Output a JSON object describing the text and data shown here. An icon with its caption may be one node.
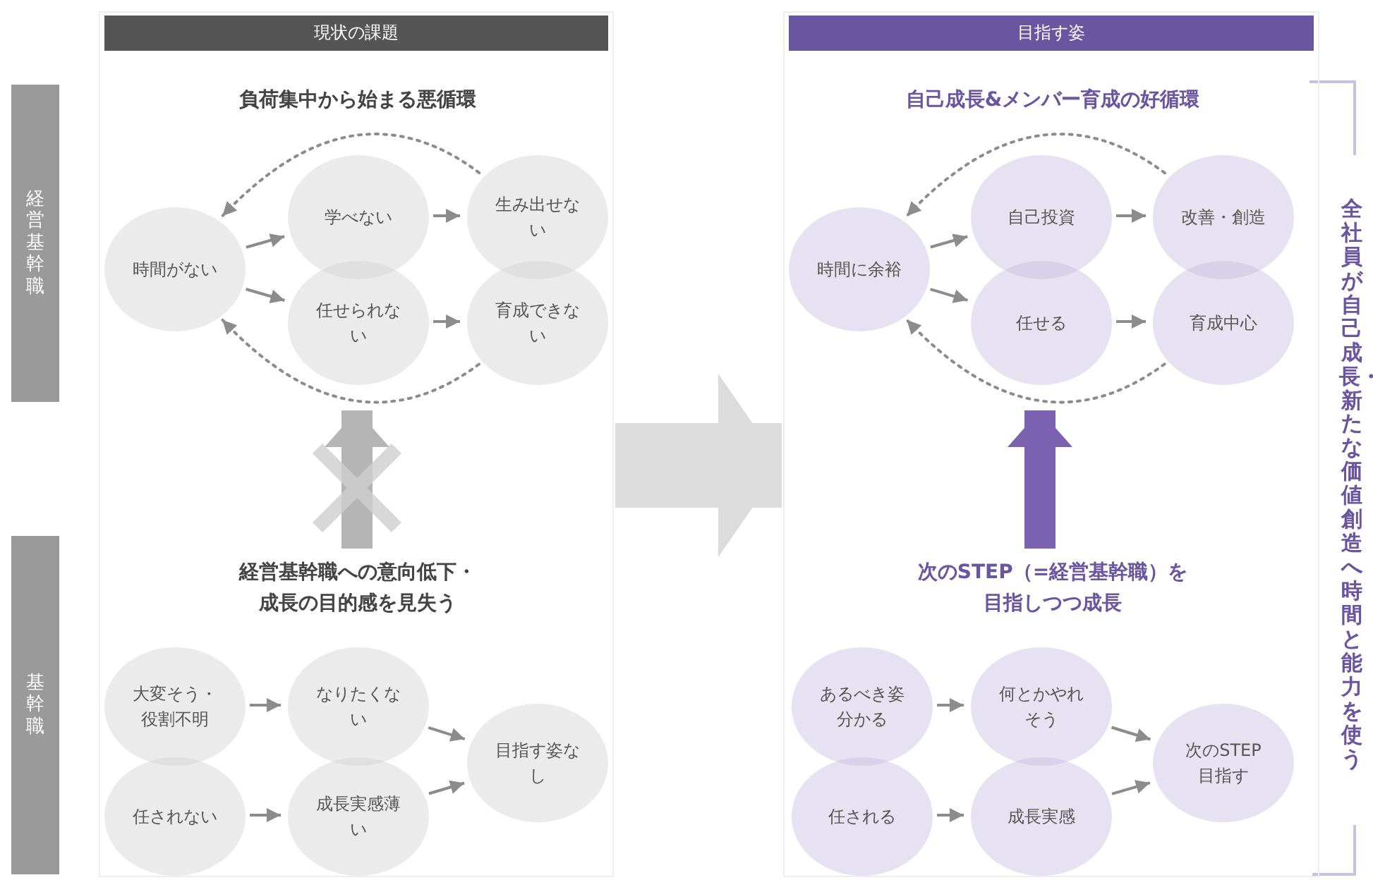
{
  "diagram": {
    "nodes": [
      {
        "text": [
          "経営基幹職"
        ]
      },
      {
        "text": [
          "基幹職"
        ]
      },
      {
        "text": [
          "現状の課題"
        ]
      },
      {
        "text": [
          "負荷集中から始まる悪循環"
        ],
        "in": 2
      },
      {
        "text": [
          "時間がない"
        ],
        "in": 3
      },
      {
        "text": [
          "学べない"
        ],
        "in": 3
      },
      {
        "text": [
          "生み出せない"
        ],
        "in": 3
      },
      {
        "text": [
          "任せられない"
        ],
        "in": 3
      },
      {
        "text": [
          "育成できない"
        ],
        "in": 3
      },
      {
        "text": [
          "経営基幹職への意向低下・成長の目的感を見失う"
        ],
        "in": 2
      },
      {
        "text": [
          "大変そう・役割不明"
        ],
        "in": 9
      },
      {
        "text": [
          "なりたくない"
        ],
        "in": 9
      },
      {
        "text": [
          "目指す姿なし"
        ],
        "in": 9
      },
      {
        "text": [
          "任されない"
        ],
        "in": 9
      },
      {
        "text": [
          "成長実感薄い"
        ],
        "in": 9
      },
      {
        "text": [
          "目指す姿"
        ]
      },
      {
        "text": [
          "自己成長&メンバー育成の好循環"
        ],
        "in": 15
      },
      {
        "text": [
          "時間に余裕"
        ],
        "in": 16
      },
      {
        "text": [
          "自己投資"
        ],
        "in": 16
      },
      {
        "text": [
          "改善・創造"
        ],
        "in": 16
      },
      {
        "text": [
          "任せる"
        ],
        "in": 16
      },
      {
        "text": [
          "育成中心"
        ],
        "in": 16
      },
      {
        "text": [
          "次のSTEP（=経営基幹職）を目指しつつ成長"
        ],
        "in": 15
      },
      {
        "text": [
          "あるべき姿分かる"
        ],
        "in": 22
      },
      {
        "text": [
          "何とかやれそう"
        ],
        "in": 22
      },
      {
        "text": [
          "次のSTEP目指す"
        ],
        "in": 22
      },
      {
        "text": [
          "任される"
        ],
        "in": 22
      },
      {
        "text": [
          "成長実感"
        ],
        "in": 22
      }
    ],
    "edges": [
      {
        "from": 4,
        "to": 5,
        "arrow": "to"
      },
      {
        "from": 4,
        "to": 7,
        "arrow": "to"
      },
      {
        "from": 5,
        "to": 6,
        "arrow": "to"
      },
      {
        "from": 7,
        "to": 8,
        "arrow": "to"
      },
      {
        "from": 6,
        "to": 4,
        "arrow": "to",
        "style": "dashed"
      },
      {
        "from": 8,
        "to": 4,
        "arrow": "to",
        "style": "dashed"
      },
      {
        "from": 9,
        "to": 3,
        "arrow": "to",
        "style": "thick",
        "color": "#b5b5b5"
      },
      {
        "from": 10,
        "to": 11,
        "arrow": "to"
      },
      {
        "from": 13,
        "to": 14,
        "arrow": "to"
      },
      {
        "from": 11,
        "to": 12,
        "arrow": "to"
      },
      {
        "from": 14,
        "to": 12,
        "arrow": "to"
      },
      {
        "from": 2,
        "to": 15,
        "arrow": "to",
        "style": "thick",
        "color": "#dcdcdc"
      },
      {
        "from": 17,
        "to": 18,
        "arrow": "to"
      },
      {
        "from": 17,
        "to": 20,
        "arrow": "to"
      },
      {
        "from": 18,
        "to": 19,
        "arrow": "to"
      },
      {
        "from": 20,
        "to": 21,
        "arrow": "to"
      },
      {
        "from": 19,
        "to": 17,
        "arrow": "to",
        "style": "dashed"
      },
      {
        "from": 21,
        "to": 17,
        "arrow": "to",
        "style": "dashed"
      },
      {
        "from": 22,
        "to": 16,
        "arrow": "to",
        "style": "thick",
        "color": "#7b62b0"
      },
      {
        "from": 23,
        "to": 24,
        "arrow": "to"
      },
      {
        "from": 26,
        "to": 27,
        "arrow": "to"
      },
      {
        "from": 24,
        "to": 25,
        "arrow": "to"
      },
      {
        "from": 27,
        "to": 25,
        "arrow": "to"
      }
    ],
    "labels": [
      "全社員が自己成長・新たな価値創造へ時間と能力を使う"
    ]
  }
}
